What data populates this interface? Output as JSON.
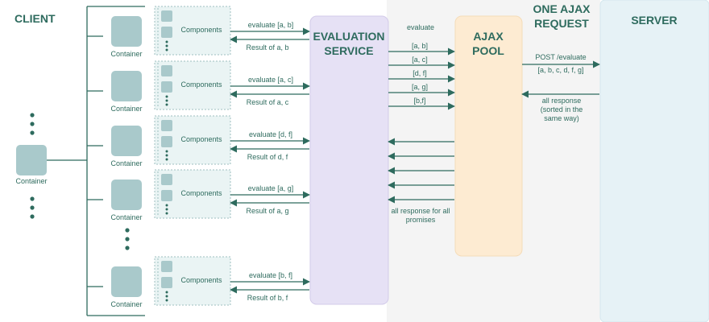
{
  "regions": {
    "client": "CLIENT",
    "server": "SERVER",
    "request_title": [
      "ONE AJAX",
      "REQUEST"
    ]
  },
  "evaluation_service": [
    "EVALUATION",
    "SERVICE"
  ],
  "ajax_pool": [
    "AJAX",
    "POOL"
  ],
  "container_label": "Container",
  "components_label": "Components",
  "rows": [
    {
      "evaluate": "evaluate [a, b]",
      "result": "Result of a, b"
    },
    {
      "evaluate": "evaluate [a, c]",
      "result": "Result of a, c"
    },
    {
      "evaluate": "evaluate [d, f]",
      "result": "Result of d, f"
    },
    {
      "evaluate": "evaluate [a, g]",
      "result": "Result of a, g"
    },
    {
      "evaluate": "evaluate [b, f]",
      "result": "Result of b, f"
    }
  ],
  "pool_evaluate_title": "evaluate",
  "pool_requests": [
    "[a, b]",
    "[a, c]",
    "[d, f]",
    "[a, g]",
    "[b,f]"
  ],
  "pool_response_note": [
    "all response for all",
    "promises"
  ],
  "post_label": "POST /evaluate",
  "post_payload": "[a, b, c, d, f, g]",
  "server_response_note": [
    "all response",
    "(sorted in the",
    "same way)"
  ],
  "colors": {
    "text": "#2e6b5e",
    "container": "#a9c9cb",
    "eval_service": "#e6e1f5",
    "ajax_pool": "#fdebd2",
    "server": "#e6f2f6",
    "band": "#f4f4f4"
  }
}
